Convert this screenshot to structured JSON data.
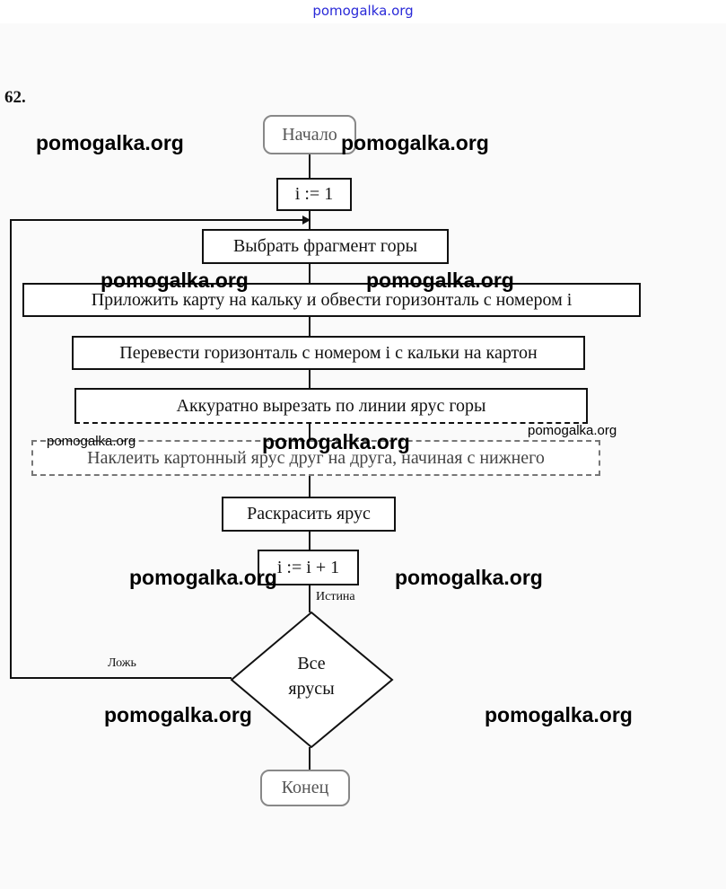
{
  "banner": "pomogalka.org",
  "task_number": "62.",
  "flowchart": {
    "start": "Начало",
    "init": "i := 1",
    "steps": [
      "Выбрать фрагмент горы",
      "Приложить карту на кальку и обвести горизонталь с номером i",
      "Перевести горизонталь с номером i с кальки на картон",
      "Аккуратно вырезать по линии ярус горы",
      "Наклеить картонный ярус друг на друга, начиная с нижнего",
      "Раскрасить ярус"
    ],
    "increment": "i := i + 1",
    "condition_line1": "Все",
    "condition_line2": "ярусы",
    "true_label": "Истина",
    "false_label": "Ложь",
    "end": "Конец"
  },
  "watermark": "pomogalka.org"
}
